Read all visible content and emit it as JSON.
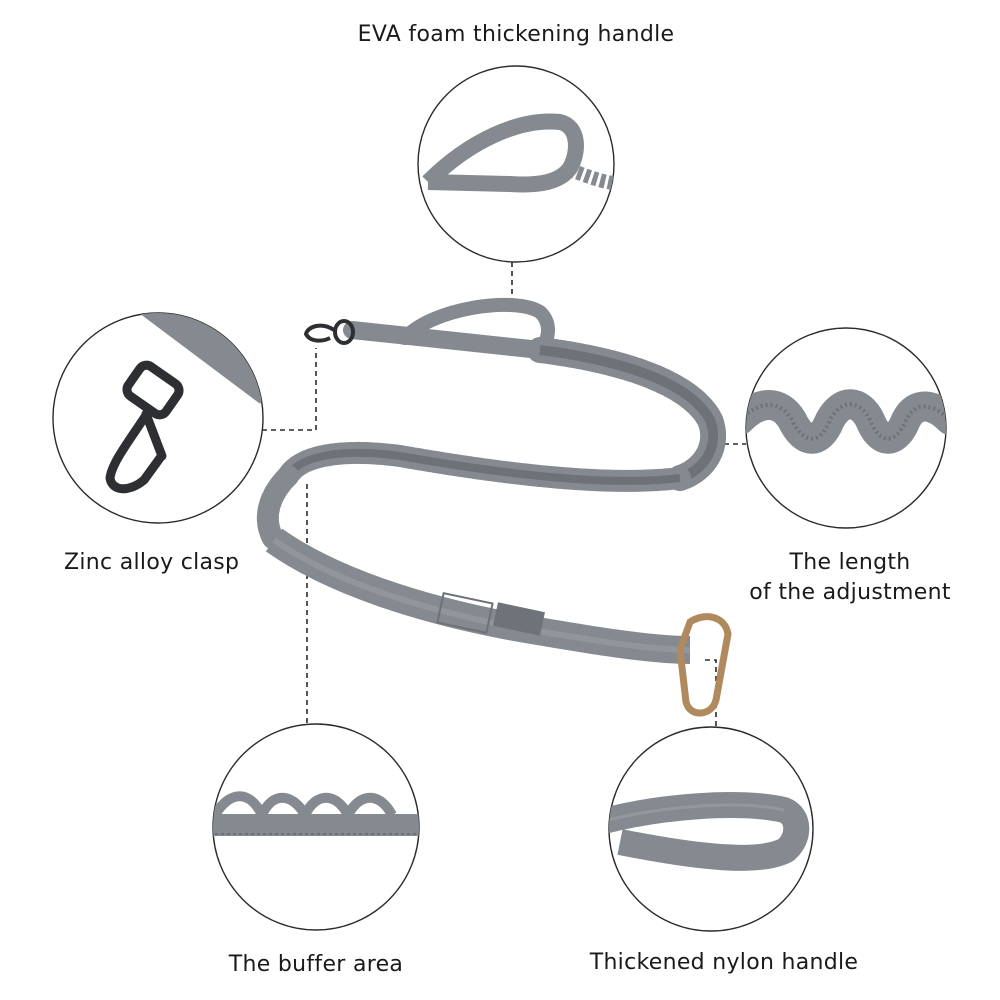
{
  "colors": {
    "background": "#ffffff",
    "webbing": "#858a91",
    "webbing_dark": "#5f646b",
    "webbing_light": "#a3a8ae",
    "circle_stroke": "#2b2b2b",
    "leader_line": "#2b2b2b",
    "clasp_metal": "#2e2f33",
    "carabiner_metal": "#b08a5e",
    "text": "#1a1a1a"
  },
  "callouts": {
    "eva_handle": {
      "label": "EVA foam thickening handle",
      "icon": "handle-loop-icon"
    },
    "zinc_clasp": {
      "label": "Zinc alloy clasp",
      "icon": "swivel-clasp-icon"
    },
    "adjustment": {
      "label_line1": "The length",
      "label_line2": "of the adjustment",
      "icon": "bungee-coil-icon"
    },
    "buffer": {
      "label": "The buffer area",
      "icon": "ruffled-webbing-icon"
    },
    "nylon_handle": {
      "label": "Thickened nylon handle",
      "icon": "nylon-loop-icon"
    }
  },
  "product": {
    "name": "bungee dog leash",
    "icon": "leash-icon"
  }
}
